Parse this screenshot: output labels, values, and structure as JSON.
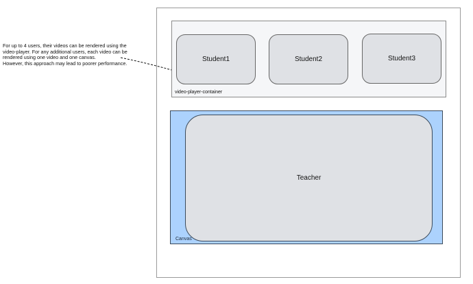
{
  "annotation": {
    "lines": [
      "For up to 4 users, their videos can be rendered using the",
      "video-player. For any additional users, each video can be",
      "rendered using one video and one canvas.",
      "However, this approach may lead to poorer performance."
    ]
  },
  "video_player_container": {
    "label": "video-player-container",
    "students": [
      {
        "label": "Student1"
      },
      {
        "label": "Student2"
      },
      {
        "label": "Student3"
      }
    ]
  },
  "canvas": {
    "label": "Canvas",
    "teacher": {
      "label": "Teacher"
    }
  },
  "colors": {
    "canvas_fill": "#acd2fd",
    "tile_fill": "#dfe1e5",
    "container_fill": "#f5f6f8"
  }
}
